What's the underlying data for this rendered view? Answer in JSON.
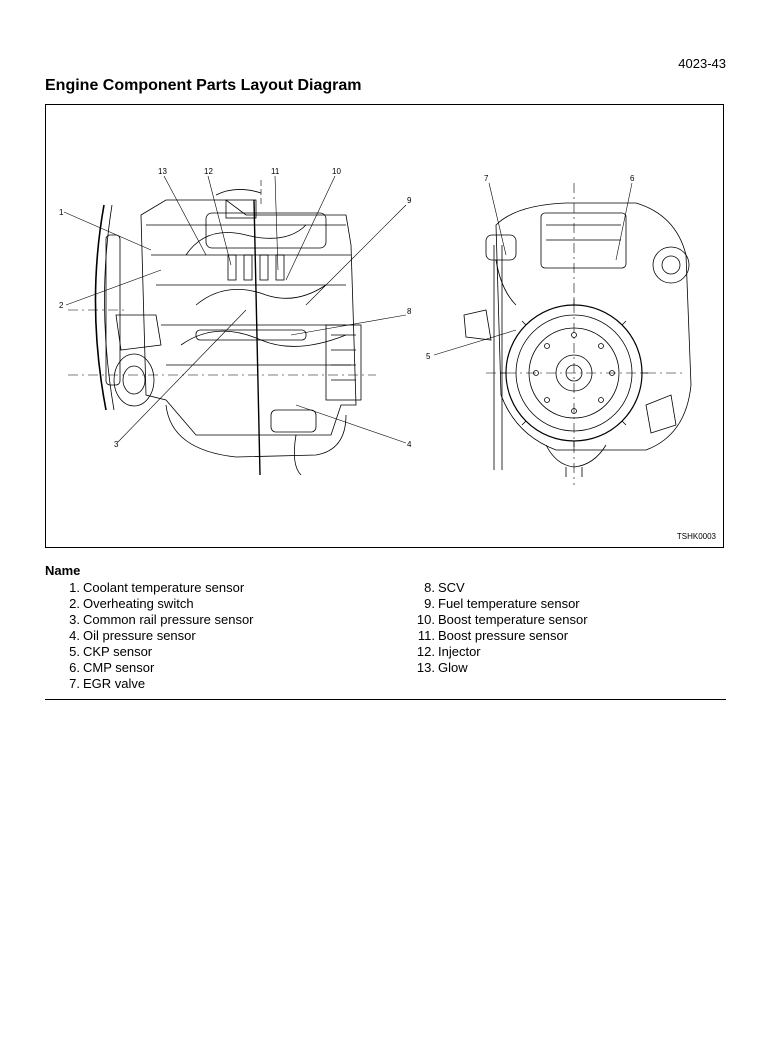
{
  "header": {
    "page_number": "4023-43",
    "title": "Engine Component Parts Layout Diagram"
  },
  "figure": {
    "code": "TSHK0003",
    "callouts": [
      "13",
      "12",
      "11",
      "10",
      "9",
      "1",
      "2",
      "8",
      "3",
      "4",
      "7",
      "6",
      "5"
    ]
  },
  "legend": {
    "heading": "Name",
    "left": [
      {
        "num": "1.",
        "label": "Coolant temperature sensor"
      },
      {
        "num": "2.",
        "label": "Overheating switch"
      },
      {
        "num": "3.",
        "label": "Common rail pressure sensor"
      },
      {
        "num": "4.",
        "label": "Oil pressure sensor"
      },
      {
        "num": "5.",
        "label": "CKP sensor"
      },
      {
        "num": "6.",
        "label": "CMP sensor"
      },
      {
        "num": "7.",
        "label": "EGR valve"
      }
    ],
    "right": [
      {
        "num": "8.",
        "label": "SCV"
      },
      {
        "num": "9.",
        "label": "Fuel temperature sensor"
      },
      {
        "num": "10.",
        "label": "Boost temperature sensor"
      },
      {
        "num": "11.",
        "label": "Boost pressure sensor"
      },
      {
        "num": "12.",
        "label": "Injector"
      },
      {
        "num": "13.",
        "label": "Glow"
      }
    ]
  }
}
